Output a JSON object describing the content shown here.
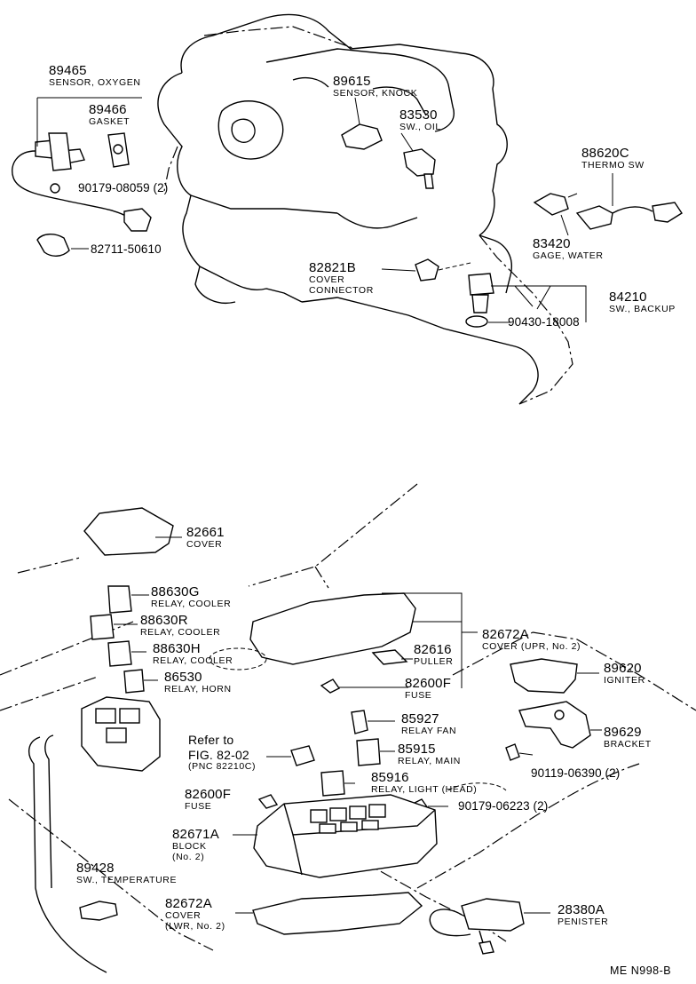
{
  "parts": [
    {
      "id": "p89465",
      "number": "89465",
      "desc": "SENSOR, OXYGEN"
    },
    {
      "id": "p89466",
      "number": "89466",
      "desc": "GASKET"
    },
    {
      "id": "p90179_08059",
      "number": "90179-08059 (2)",
      "desc": ""
    },
    {
      "id": "p82711",
      "number": "82711-50610",
      "desc": ""
    },
    {
      "id": "p89615",
      "number": "89615",
      "desc": "SENSOR, KNOCK"
    },
    {
      "id": "p83530",
      "number": "83530",
      "desc": "SW., OIL"
    },
    {
      "id": "p88620C",
      "number": "88620C",
      "desc": "THERMO SW"
    },
    {
      "id": "p83420",
      "number": "83420",
      "desc": "GAGE, WATER"
    },
    {
      "id": "p82821B",
      "number": "82821B",
      "desc": "COVER",
      "desc2": "CONNECTOR"
    },
    {
      "id": "p84210",
      "number": "84210",
      "desc": "SW., BACKUP"
    },
    {
      "id": "p90430",
      "number": "90430-18008",
      "desc": ""
    },
    {
      "id": "p82661",
      "number": "82661",
      "desc": "COVER"
    },
    {
      "id": "p88630G",
      "number": "88630G",
      "desc": "RELAY, COOLER"
    },
    {
      "id": "p88630R",
      "number": "88630R",
      "desc": "RELAY, COOLER"
    },
    {
      "id": "p88630H",
      "number": "88630H",
      "desc": "RELAY, COOLER"
    },
    {
      "id": "p86530",
      "number": "86530",
      "desc": "RELAY, HORN"
    },
    {
      "id": "p82616",
      "number": "82616",
      "desc": "PULLER"
    },
    {
      "id": "p82600F_a",
      "number": "82600F",
      "desc": "FUSE"
    },
    {
      "id": "p82672A_upr",
      "number": "82672A",
      "desc": "COVER (UPR, No. 2)"
    },
    {
      "id": "p89620",
      "number": "89620",
      "desc": "IGNITER"
    },
    {
      "id": "p89629",
      "number": "89629",
      "desc": "BRACKET"
    },
    {
      "id": "p85927",
      "number": "85927",
      "desc": "RELAY FAN"
    },
    {
      "id": "p85915",
      "number": "85915",
      "desc": "RELAY, MAIN"
    },
    {
      "id": "p85916",
      "number": "85916",
      "desc": "RELAY, LIGHT (HEAD)"
    },
    {
      "id": "p90119",
      "number": "90119-06390 (2)",
      "desc": ""
    },
    {
      "id": "p90179_06223",
      "number": "90179-06223 (2)",
      "desc": ""
    },
    {
      "id": "p82600F_b",
      "number": "82600F",
      "desc": "FUSE"
    },
    {
      "id": "p82671A",
      "number": "82671A",
      "desc": "BLOCK",
      "desc2": "(No. 2)"
    },
    {
      "id": "p89428",
      "number": "89428",
      "desc": "SW., TEMPERATURE"
    },
    {
      "id": "p82672A_lwr",
      "number": "82672A",
      "desc": "COVER",
      "desc2": "(LWR, No. 2)"
    },
    {
      "id": "p28380A",
      "number": "28380A",
      "desc": "PENISTER"
    }
  ],
  "refer": {
    "line1": "Refer to",
    "line2": "FIG. 82-02",
    "line3": "(PNC 82210C)"
  },
  "footer": "ME  N998-B"
}
